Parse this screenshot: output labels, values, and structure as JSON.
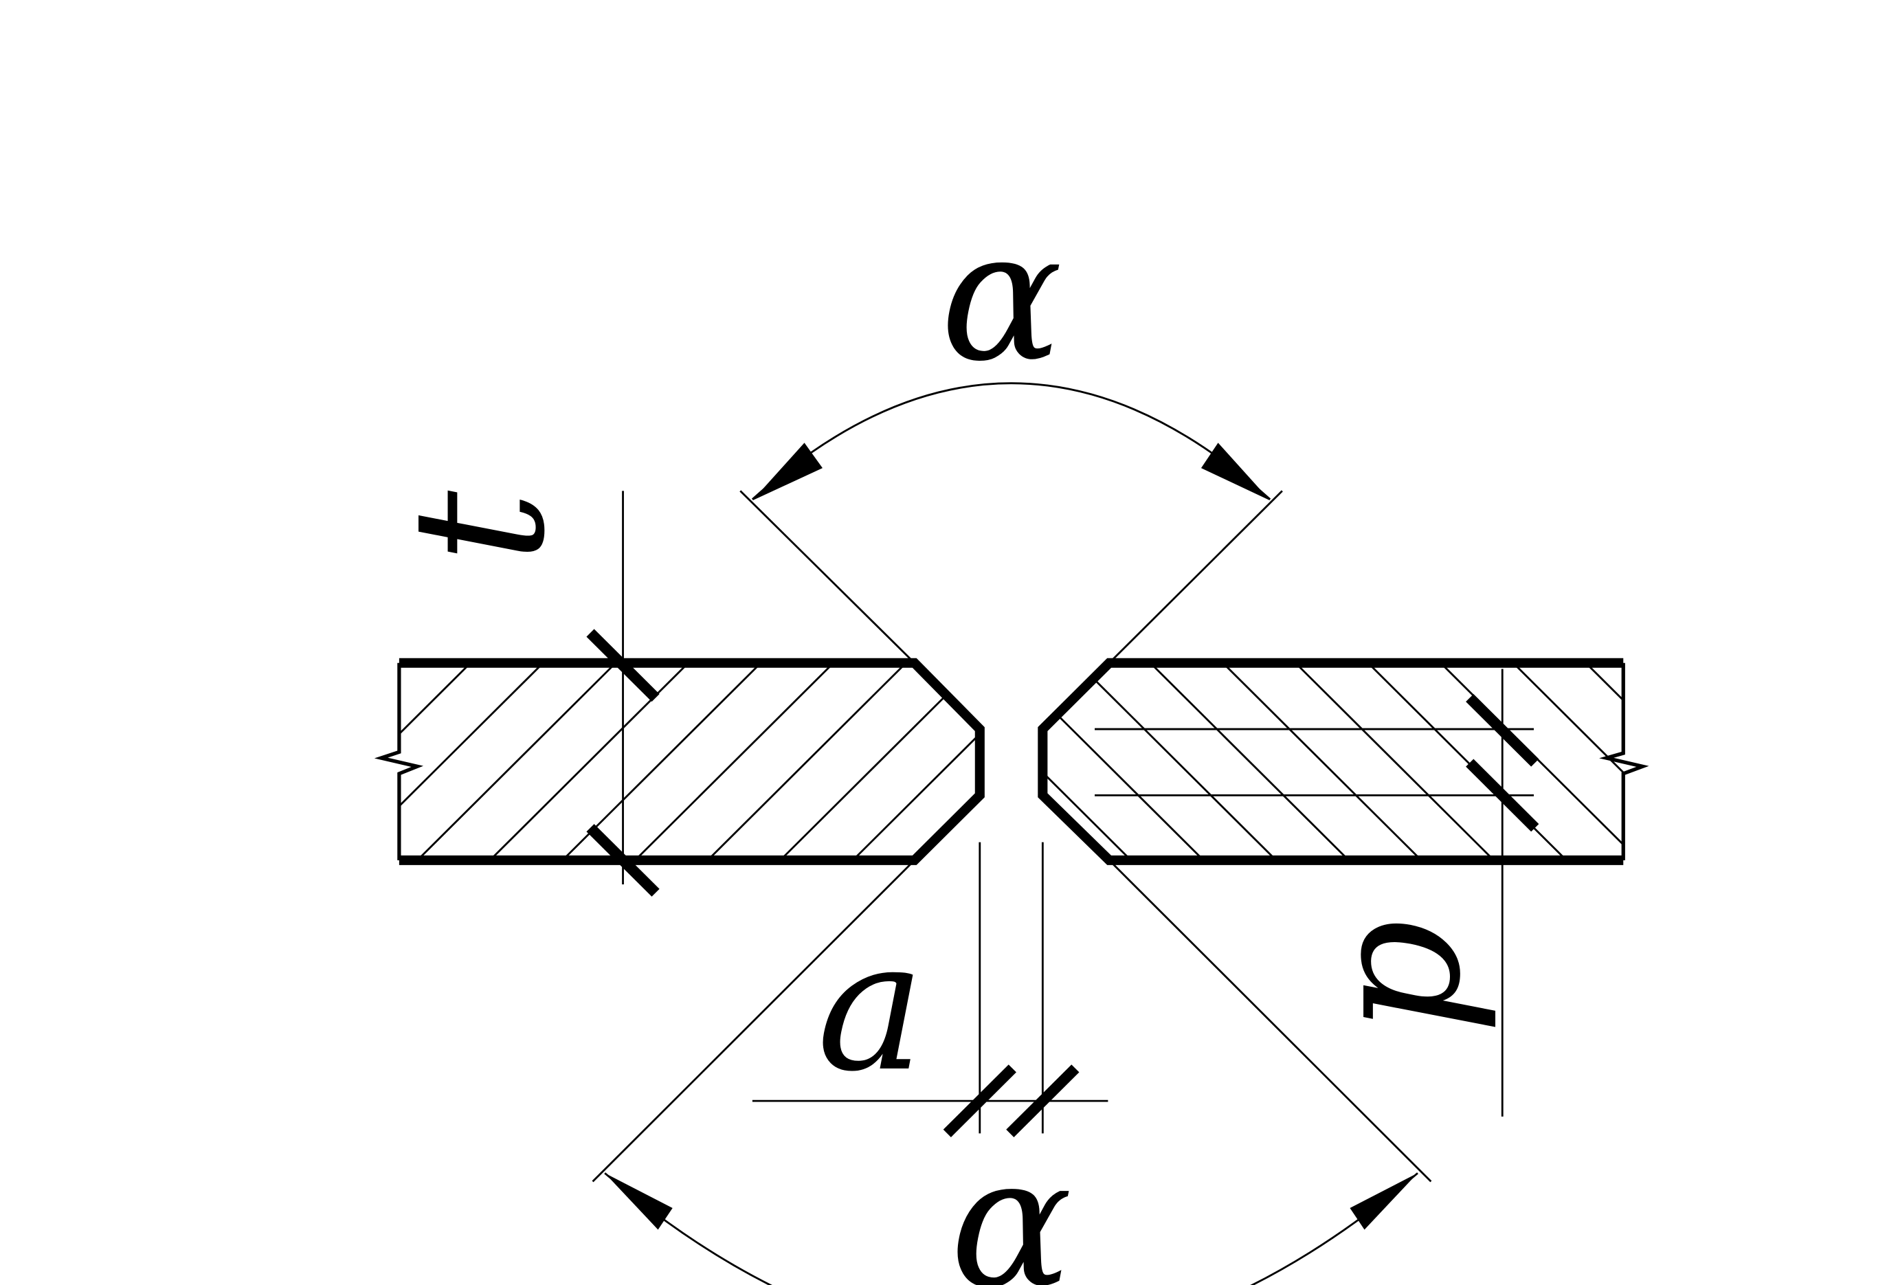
{
  "labels": {
    "angle_top": "α",
    "angle_bottom": "α",
    "thickness": "t",
    "gap": "a",
    "root_face": "p"
  },
  "colors": {
    "line": "#000000",
    "background": "#ffffff"
  }
}
